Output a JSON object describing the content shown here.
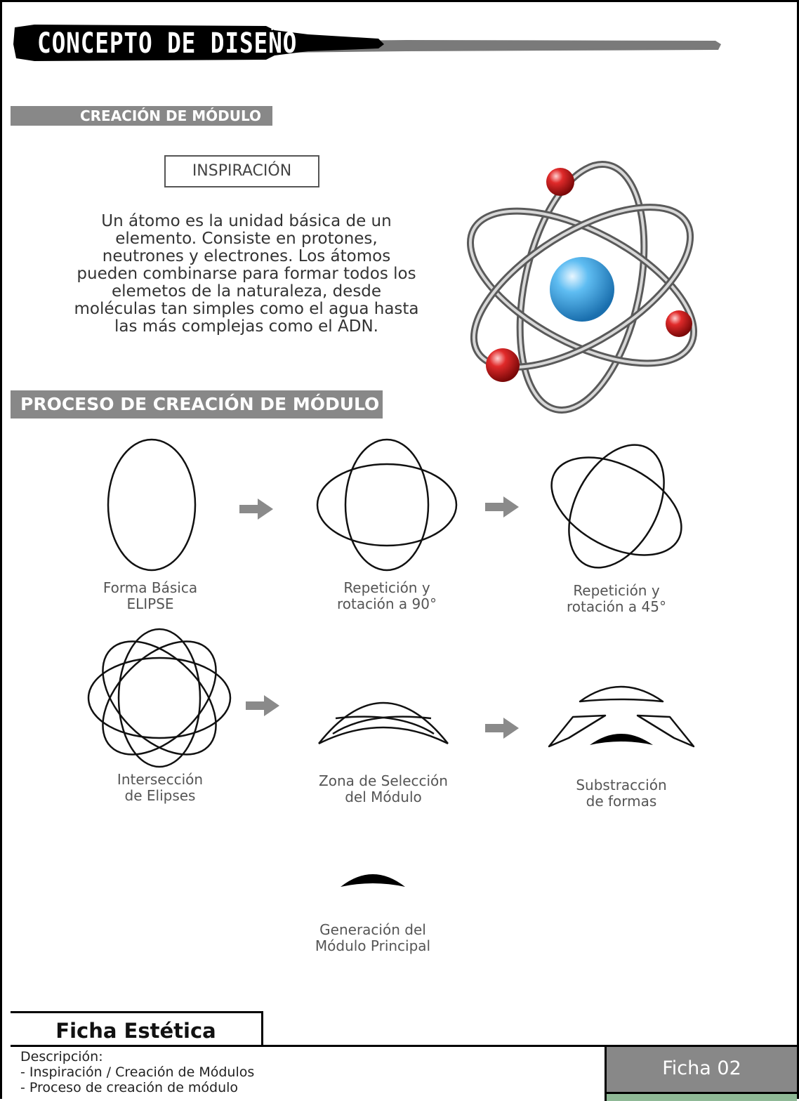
{
  "header": {
    "title": "CONCEPTO DE DISEÑO"
  },
  "section1": {
    "title": "CREACIÓN DE MÓDULO"
  },
  "inspiration": {
    "label": "INSPIRACIÓN",
    "text": "Un átomo es la unidad básica de un elemento. Consiste en protones, neutrones y electrones. Los átomos pueden combinarse para formar todos los elemetos de la naturaleza, desde moléculas tan simples como el agua hasta las más complejas como el ADN."
  },
  "section2": {
    "title": "PROCESO DE CREACIÓN DE MÓDULO"
  },
  "steps": [
    {
      "line1": "Forma Básica",
      "line2": "ELIPSE"
    },
    {
      "line1": "Repetición y",
      "line2": "rotación a 90°"
    },
    {
      "line1": "Repetición y",
      "line2": "rotación a 45°"
    },
    {
      "line1": "Intersección",
      "line2": "de Elipses"
    },
    {
      "line1": "Zona de Selección",
      "line2": "del Módulo"
    },
    {
      "line1": "Substracción",
      "line2": "de formas"
    },
    {
      "line1": "Generación del",
      "line2": "Módulo Principal"
    }
  ],
  "footer": {
    "sheet_title": "Ficha Estética",
    "description_label": "Descripción:",
    "description_items": [
      "- Inspiración / Creación de Módulos",
      "- Proceso de creación de módulo"
    ],
    "sheet_number": "Ficha 02"
  },
  "colors": {
    "section_bar": "#888888",
    "accent_green": "#8fb996",
    "atom_red": "#d81f1f",
    "atom_blue": "#3fa3e0"
  }
}
